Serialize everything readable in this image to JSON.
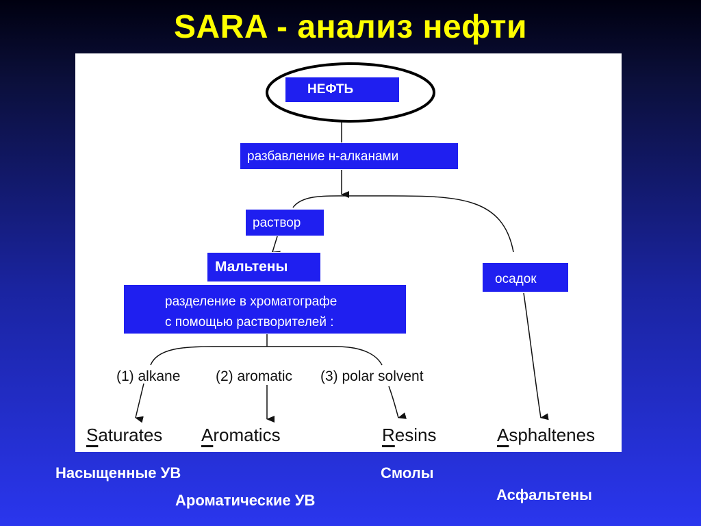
{
  "title": "SARA - анализ нефти",
  "diagram": {
    "oil": "НЕФТЬ",
    "dilution": "разбавление н-алканами",
    "solution": "раствор",
    "maltenes": "Мальтены",
    "precipitate": "осадок",
    "separation_line1": "разделение в хроматографе",
    "separation_line2": "с помощью растворителей :",
    "solvent_1": "(1) alkane",
    "solvent_2": "(2) aromatic",
    "solvent_3": "(3) polar solvent",
    "fractions": [
      {
        "first": "S",
        "rest": "aturates"
      },
      {
        "first": "A",
        "rest": "romatics"
      },
      {
        "first": "R",
        "rest": "esins"
      },
      {
        "first": "A",
        "rest": "sphaltenes"
      }
    ]
  },
  "captions": {
    "saturated": "Насыщенные УВ",
    "aromatic": "Ароматические УВ",
    "resins": "Смолы",
    "asphaltenes": "Асфальтены"
  },
  "colors": {
    "title": "#ffff00",
    "box": "#1f1ff0",
    "caption": "#ffffff"
  }
}
